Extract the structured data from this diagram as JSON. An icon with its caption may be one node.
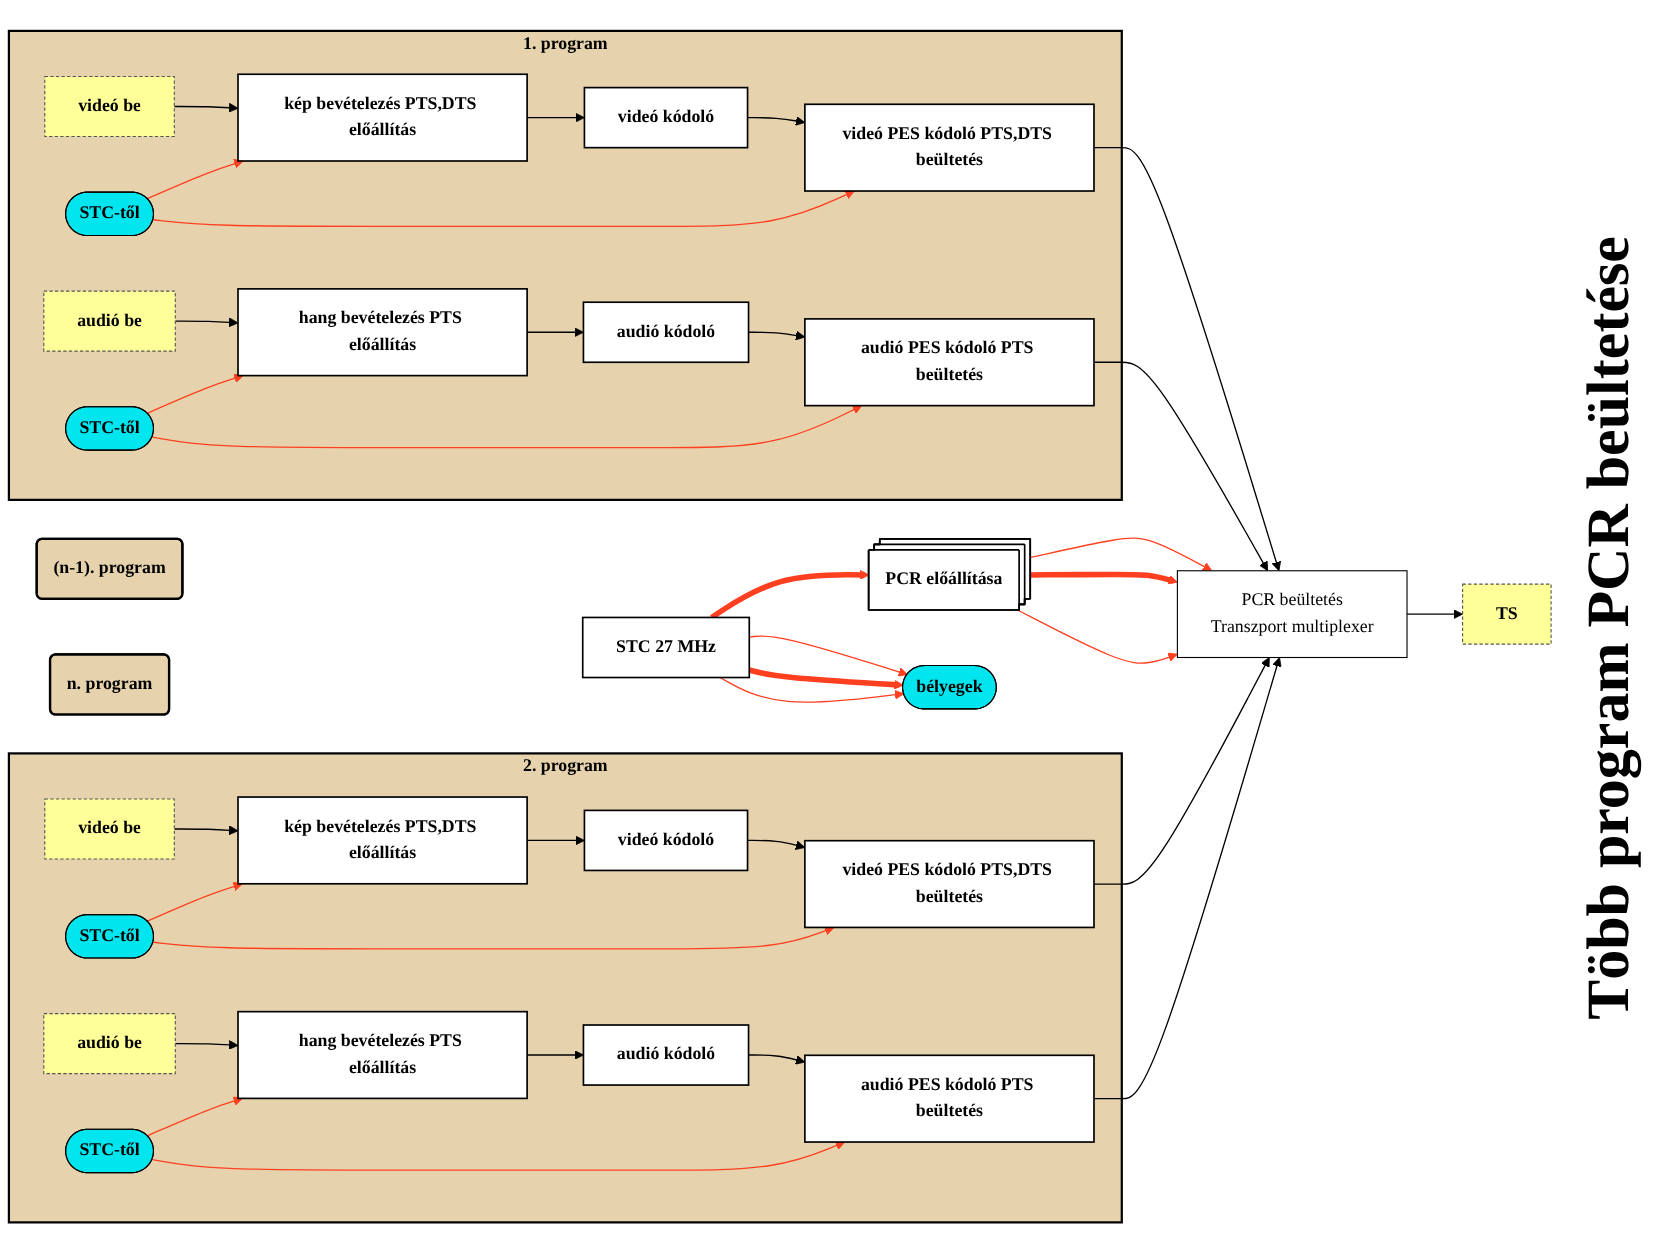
{
  "diagram": {
    "title": "Több program PCR beültetése",
    "nodes": [
      {
        "text": [
          "1. program"
        ]
      },
      {
        "text": [
          "videó be"
        ],
        "in": 0
      },
      {
        "text": [
          "kép bevételezés PTS,DTS előállítás"
        ],
        "in": 0
      },
      {
        "text": [
          "videó kódoló"
        ],
        "in": 0
      },
      {
        "text": [
          "videó PES kódoló PTS,DTS beültetés"
        ],
        "in": 0
      },
      {
        "text": [
          "STC-től"
        ],
        "in": 0
      },
      {
        "text": [
          "audió be"
        ],
        "in": 0
      },
      {
        "text": [
          "hang bevételezés PTS előállítás"
        ],
        "in": 0
      },
      {
        "text": [
          "audió kódoló"
        ],
        "in": 0
      },
      {
        "text": [
          "audió PES kódoló PTS beültetés"
        ],
        "in": 0
      },
      {
        "text": [
          "STC-től"
        ],
        "in": 0
      },
      {
        "text": [
          "2. program"
        ]
      },
      {
        "text": [
          "videó be"
        ],
        "in": 11
      },
      {
        "text": [
          "kép bevételezés PTS,DTS előállítás"
        ],
        "in": 11
      },
      {
        "text": [
          "videó kódoló"
        ],
        "in": 11
      },
      {
        "text": [
          "videó PES kódoló PTS,DTS beültetés"
        ],
        "in": 11
      },
      {
        "text": [
          "STC-től"
        ],
        "in": 11
      },
      {
        "text": [
          "audió be"
        ],
        "in": 11
      },
      {
        "text": [
          "hang bevételezés PTS előállítás"
        ],
        "in": 11
      },
      {
        "text": [
          "audió kódoló"
        ],
        "in": 11
      },
      {
        "text": [
          "audió PES kódoló PTS beültetés"
        ],
        "in": 11
      },
      {
        "text": [
          "STC-től"
        ],
        "in": 11
      },
      {
        "text": [
          "(n-1). program"
        ]
      },
      {
        "text": [
          "n. program"
        ]
      },
      {
        "text": [
          "PCR beültetés",
          "Transzport multiplexer"
        ]
      },
      {
        "text": [
          "PCR előállítása"
        ]
      },
      {
        "text": [
          "STC 27 MHz"
        ]
      },
      {
        "text": [
          "bélyegek"
        ]
      },
      {
        "text": [
          "TS"
        ]
      }
    ],
    "edges": [
      {
        "from": 1,
        "to": 2,
        "arrow": "to"
      },
      {
        "from": 2,
        "to": 3,
        "arrow": "to"
      },
      {
        "from": 3,
        "to": 4,
        "arrow": "to"
      },
      {
        "from": 4,
        "to": 24,
        "arrow": "to"
      },
      {
        "from": 5,
        "to": 2,
        "arrow": "to",
        "color": "#ff4020"
      },
      {
        "from": 5,
        "to": 4,
        "arrow": "to",
        "color": "#ff4020"
      },
      {
        "from": 6,
        "to": 7,
        "arrow": "to"
      },
      {
        "from": 7,
        "to": 8,
        "arrow": "to"
      },
      {
        "from": 8,
        "to": 9,
        "arrow": "to"
      },
      {
        "from": 9,
        "to": 24,
        "arrow": "to"
      },
      {
        "from": 10,
        "to": 7,
        "arrow": "to",
        "color": "#ff4020"
      },
      {
        "from": 10,
        "to": 9,
        "arrow": "to",
        "color": "#ff4020"
      },
      {
        "from": 12,
        "to": 13,
        "arrow": "to"
      },
      {
        "from": 13,
        "to": 14,
        "arrow": "to"
      },
      {
        "from": 14,
        "to": 15,
        "arrow": "to"
      },
      {
        "from": 15,
        "to": 24,
        "arrow": "to"
      },
      {
        "from": 16,
        "to": 13,
        "arrow": "to",
        "color": "#ff4020"
      },
      {
        "from": 16,
        "to": 15,
        "arrow": "to",
        "color": "#ff4020"
      },
      {
        "from": 17,
        "to": 18,
        "arrow": "to"
      },
      {
        "from": 18,
        "to": 19,
        "arrow": "to"
      },
      {
        "from": 19,
        "to": 20,
        "arrow": "to"
      },
      {
        "from": 20,
        "to": 24,
        "arrow": "to"
      },
      {
        "from": 21,
        "to": 18,
        "arrow": "to",
        "color": "#ff4020"
      },
      {
        "from": 21,
        "to": 20,
        "arrow": "to",
        "color": "#ff4020"
      },
      {
        "from": 25,
        "to": 24,
        "arrow": "to",
        "color": "#ff4020"
      },
      {
        "from": 25,
        "to": 24,
        "arrow": "to",
        "style": "thick",
        "color": "#ff4020"
      },
      {
        "from": 25,
        "to": 24,
        "arrow": "to",
        "color": "#ff4020"
      },
      {
        "from": 26,
        "to": 25,
        "arrow": "to",
        "style": "thick",
        "color": "#ff4020"
      },
      {
        "from": 26,
        "to": 27,
        "arrow": "to",
        "color": "#ff4020"
      },
      {
        "from": 26,
        "to": 27,
        "arrow": "to",
        "style": "thick",
        "color": "#ff4020"
      },
      {
        "from": 26,
        "to": 27,
        "arrow": "to",
        "color": "#ff4020"
      },
      {
        "from": 24,
        "to": 28,
        "arrow": "to"
      }
    ]
  }
}
